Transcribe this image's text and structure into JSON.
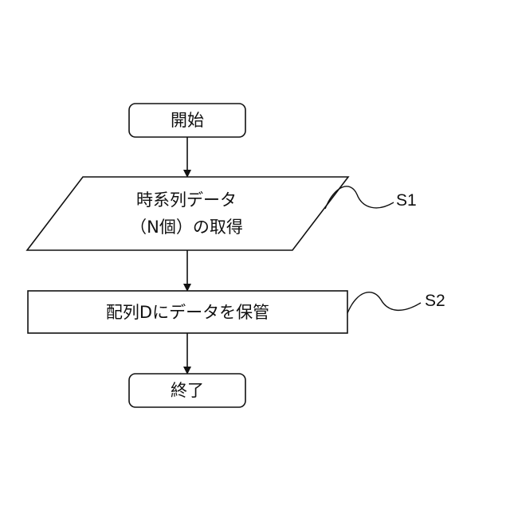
{
  "flowchart": {
    "start": {
      "label": "開始"
    },
    "input": {
      "line1": "時系列データ",
      "line2": "（N個）の取得",
      "step_id": "S1"
    },
    "process": {
      "label": "配列Dにデータを保管",
      "step_id": "S2"
    },
    "end": {
      "label": "終了"
    }
  },
  "colors": {
    "stroke": "#111111",
    "background": "#ffffff"
  }
}
